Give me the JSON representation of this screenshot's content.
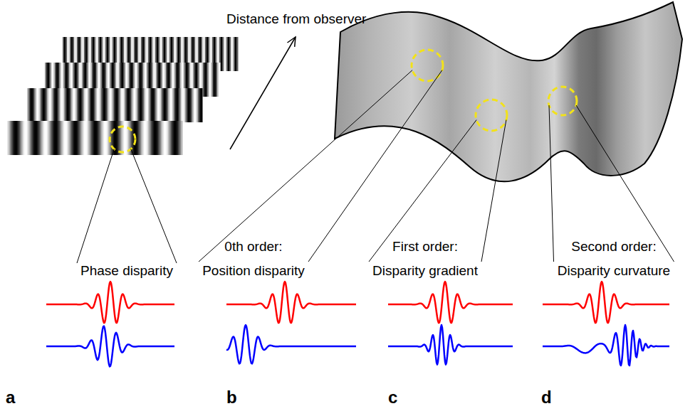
{
  "diagram": {
    "labels": [
      "Distance from observer",
      "Phase disparity",
      "0th order: Position disparity",
      "First order: Disparity gradient",
      "Second order: Disparity curvature",
      "a",
      "b",
      "c",
      "d"
    ]
  }
}
